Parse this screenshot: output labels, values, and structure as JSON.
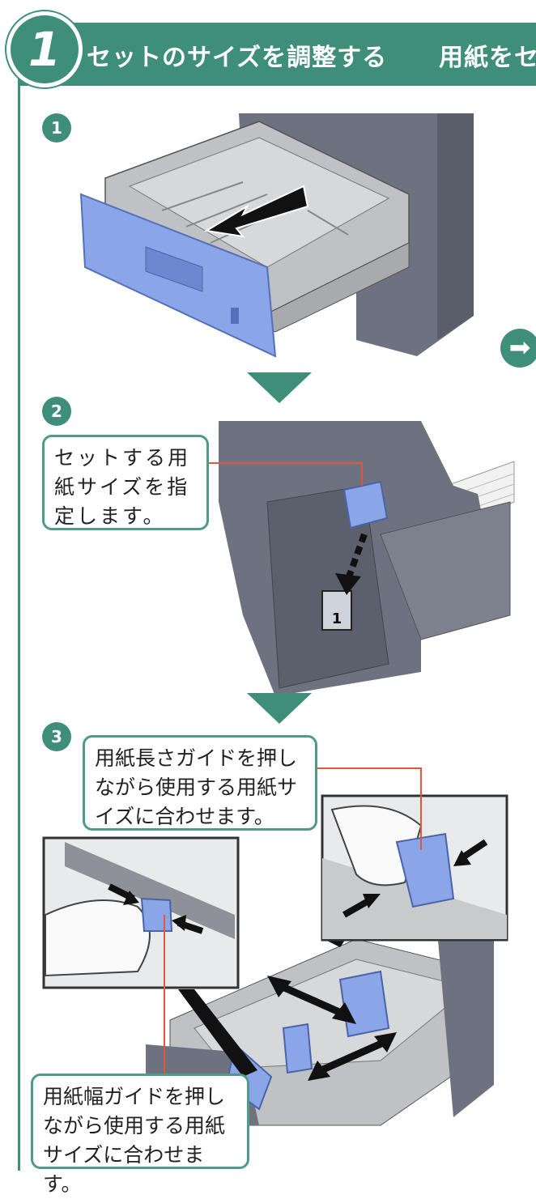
{
  "header": {
    "step_number": "1",
    "title": "カセットのサイズを調整する",
    "next_title": "用紙をセ"
  },
  "steps": [
    {
      "number": "1"
    },
    {
      "number": "2",
      "callout": [
        "セットする用",
        "紙サイズを指",
        "定します。"
      ]
    },
    {
      "number": "3",
      "callout_length_guide": [
        "用紙長さガイドを押し",
        "ながら使用する用紙サ",
        "イズに合わせます。"
      ],
      "callout_width_guide": [
        "用紙幅ガイドを押し",
        "ながら使用する用紙",
        "サイズに合わせます。"
      ]
    }
  ],
  "dial_label": "1",
  "next_arrow": "➡",
  "colors": {
    "accent": "#3e8e7a",
    "tray_blue": "#8aa6e8",
    "machine_gray": "#6e7280",
    "leader_line": "#e0573a"
  }
}
